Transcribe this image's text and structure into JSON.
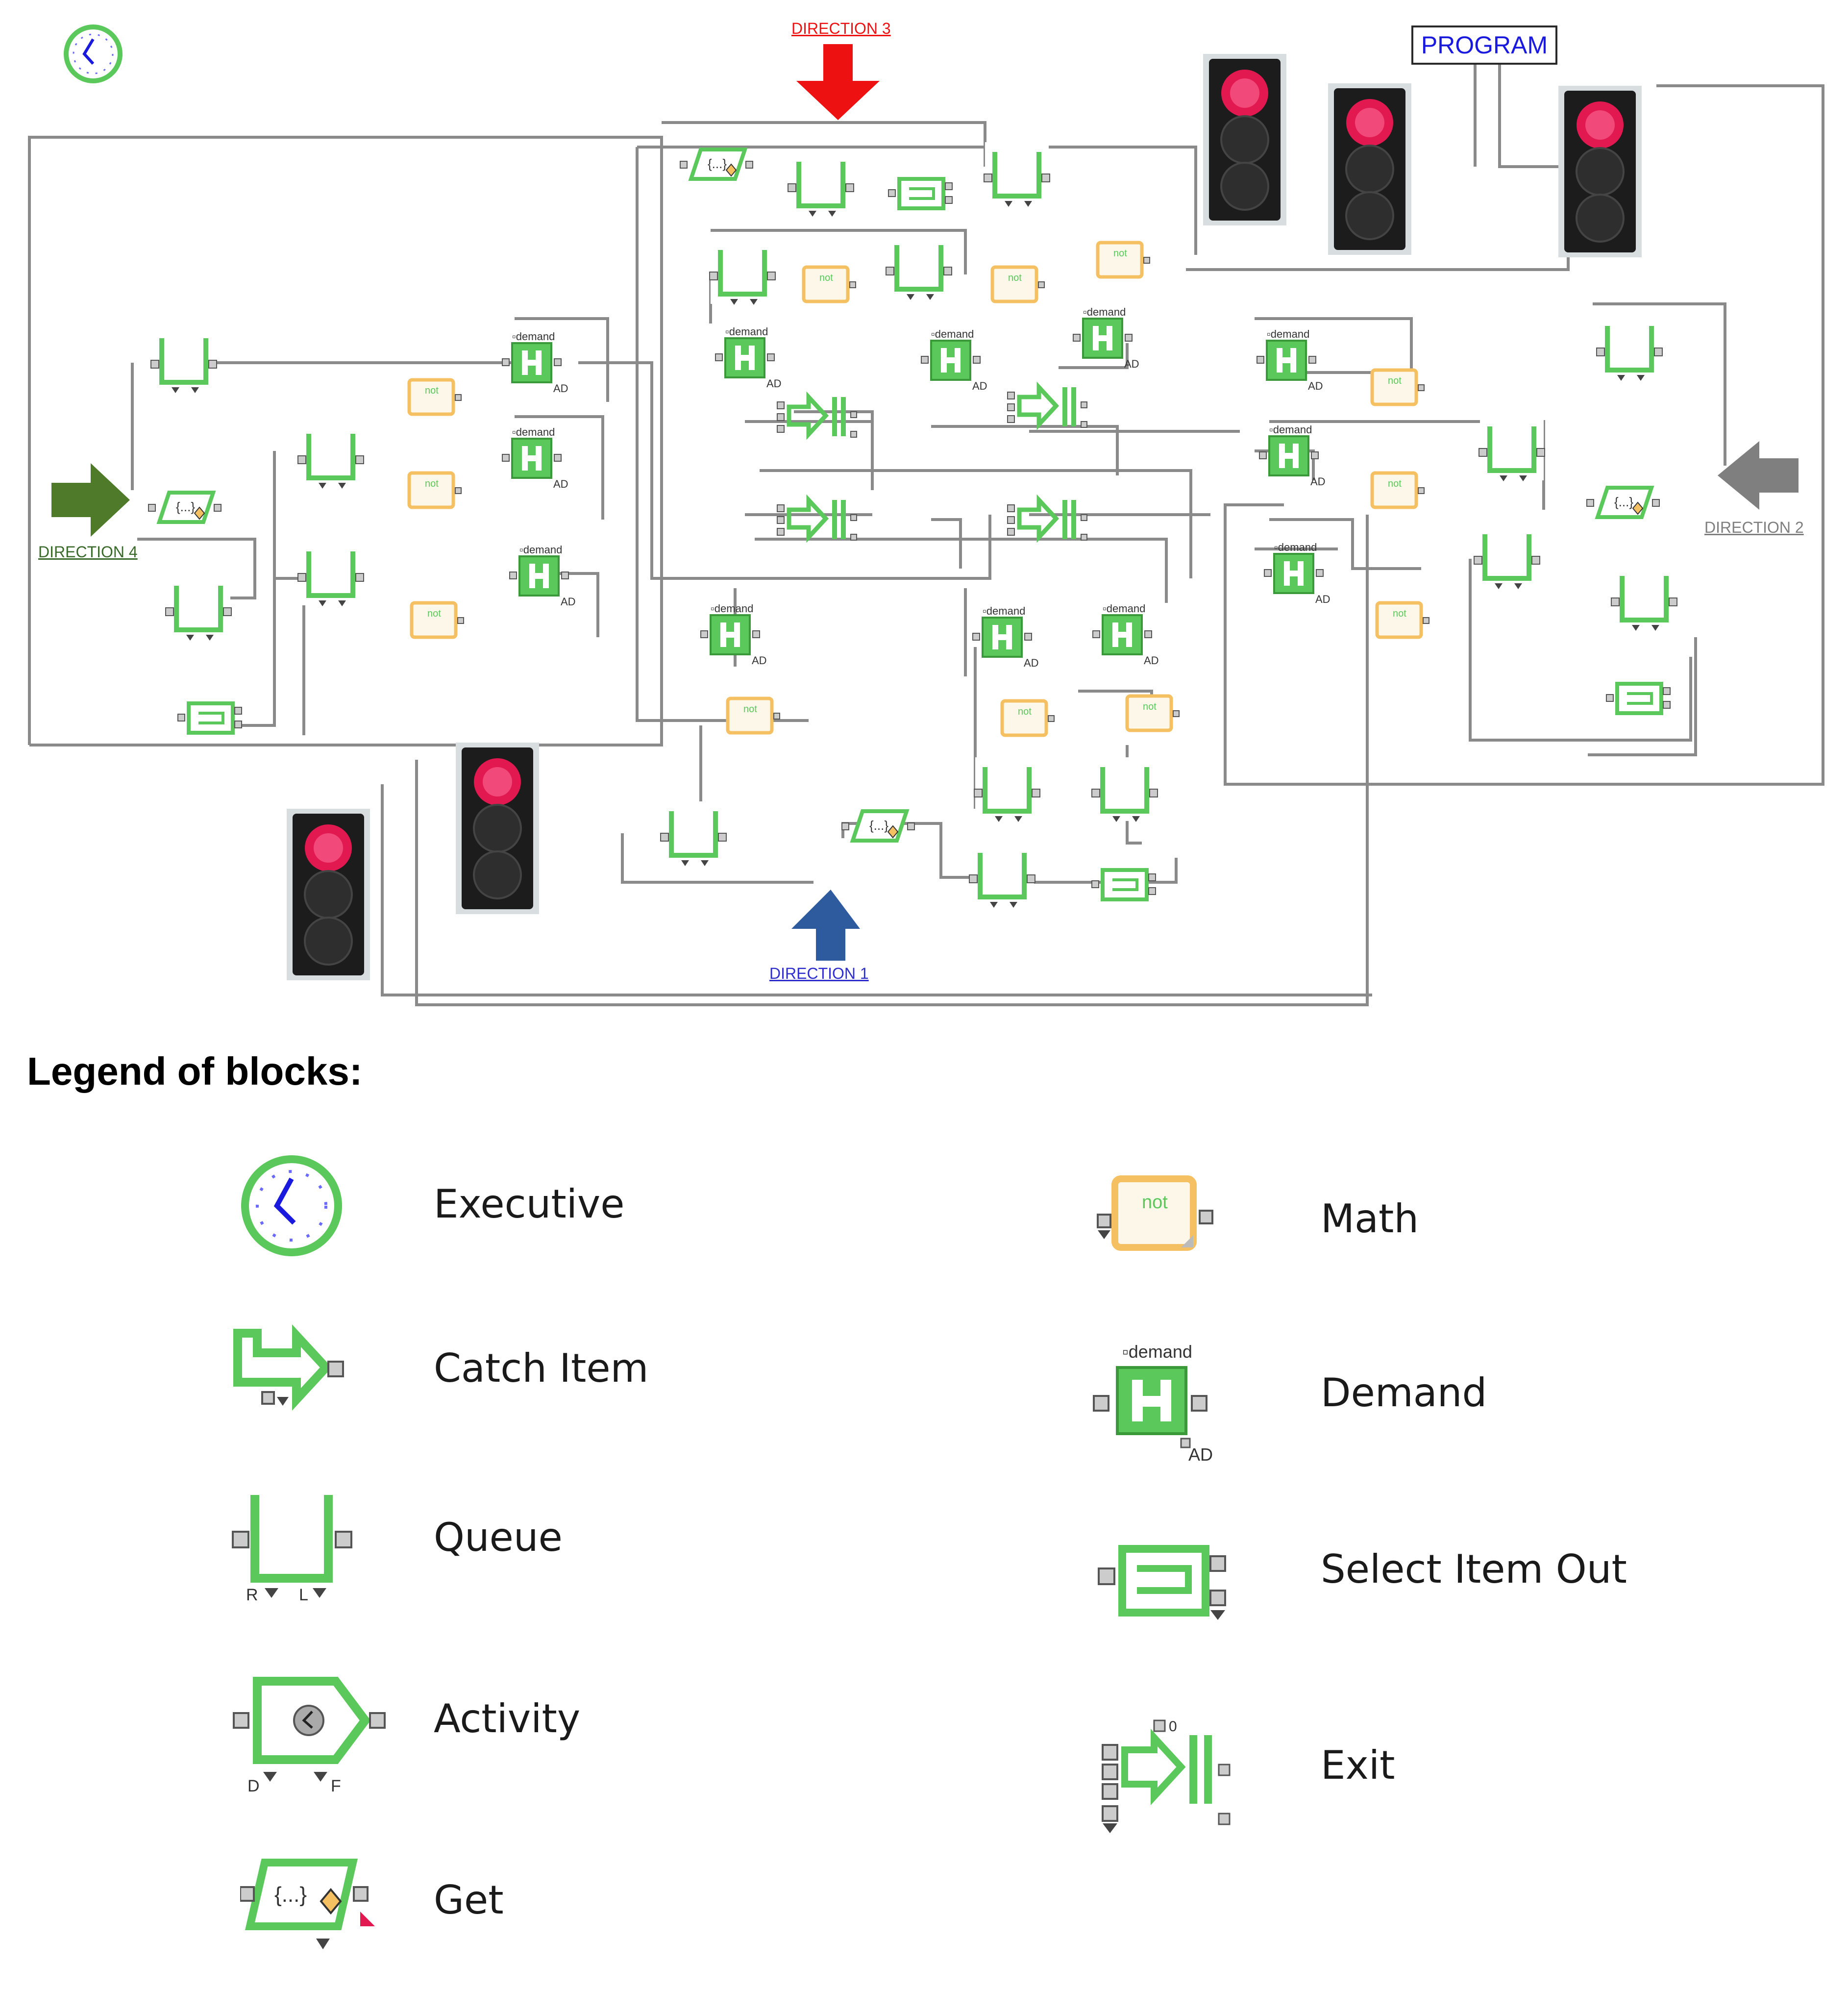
{
  "diagram": {
    "program_label": "PROGRAM",
    "directions": {
      "d1": "DIRECTION 1",
      "d2": "DIRECTION 2",
      "d3": "DIRECTION 3",
      "d4": "DIRECTION 4"
    },
    "colors": {
      "direction1": "#2e5a9e",
      "direction2": "#7f7f7f",
      "direction3": "#ee1111",
      "direction4": "#4e7a2a",
      "block_green": "#5ac85a",
      "math_orange": "#f5c061",
      "wire": "#8a8a8a"
    },
    "math_text": "not",
    "demand_text": "demand",
    "ad_text": "AD"
  },
  "legend": {
    "title": "Legend of blocks:",
    "items": [
      {
        "label": "Executive",
        "icon": "executive-clock-icon"
      },
      {
        "label": "Catch Item",
        "icon": "catch-item-icon"
      },
      {
        "label": "Queue",
        "icon": "queue-icon"
      },
      {
        "label": "Activity",
        "icon": "activity-icon"
      },
      {
        "label": "Get",
        "icon": "get-icon"
      },
      {
        "label": "Math",
        "icon": "math-not-icon"
      },
      {
        "label": "Demand",
        "icon": "demand-icon"
      },
      {
        "label": "Select Item Out",
        "icon": "select-item-out-icon"
      },
      {
        "label": "Exit",
        "icon": "exit-icon"
      }
    ]
  }
}
